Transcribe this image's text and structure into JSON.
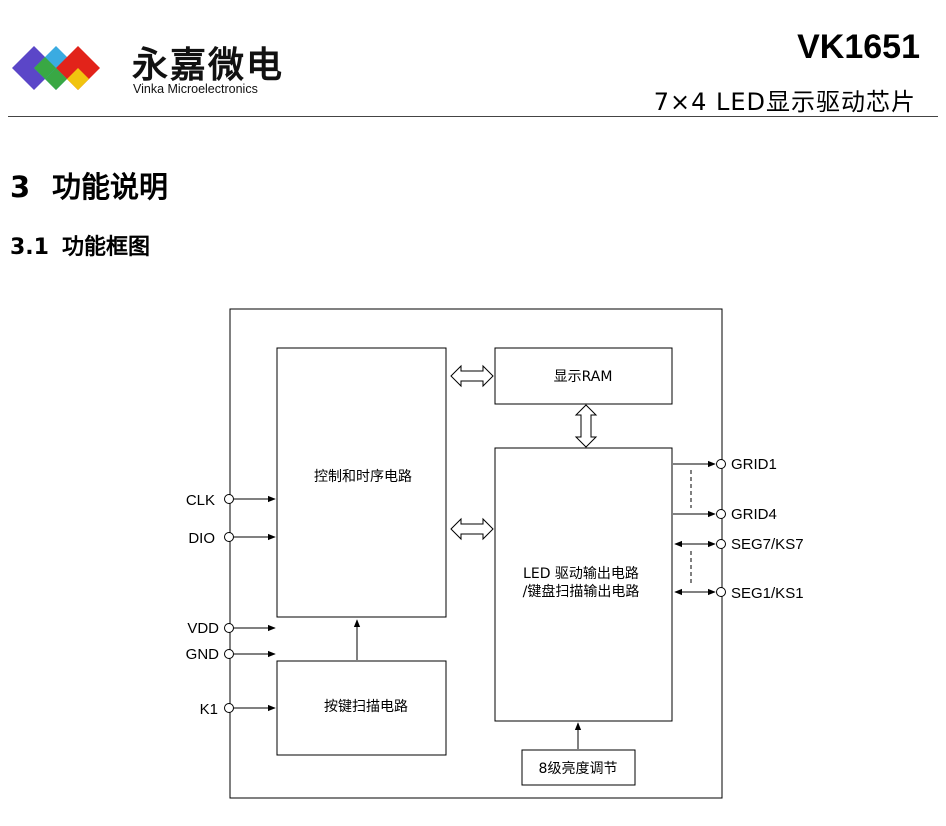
{
  "header": {
    "brand_cn": "永嘉微电",
    "brand_en": "Vinka Microelectronics",
    "model": "VK1651",
    "subtitle": "7×4 LED显示驱动芯片"
  },
  "sections": {
    "h1_num": "3",
    "h1_title": "功能说明",
    "h2_num": "3.1",
    "h2_title": "功能框图"
  },
  "diagram": {
    "blocks": {
      "control": "控制和时序电路",
      "ram": "显示RAM",
      "driver_line1": "LED 驱动输出电路",
      "driver_line2": "/键盘扫描输出电路",
      "keyscan": "按键扫描电路",
      "dimming": "8级亮度调节"
    },
    "pins_left": [
      "CLK",
      "DIO",
      "VDD",
      "GND",
      "K1"
    ],
    "pins_right": [
      "GRID1",
      "GRID4",
      "SEG7/KS7",
      "SEG1/KS1"
    ]
  },
  "colors": {
    "logo_purple": "#5b46c8",
    "logo_blue": "#2fa7df",
    "logo_green": "#39a844",
    "logo_yellow": "#f1c40f",
    "logo_red": "#e2231a"
  }
}
